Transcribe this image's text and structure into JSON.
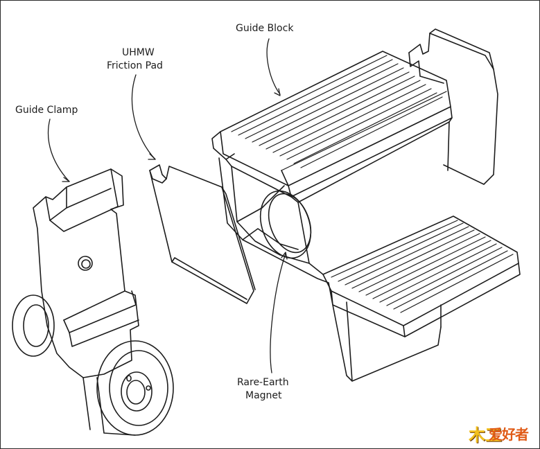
{
  "labels": {
    "guide_block": "Guide Block",
    "uhmw_line1": "UHMW",
    "uhmw_line2": "Friction Pad",
    "guide_clamp": "Guide Clamp",
    "magnet_line1": "Rare-Earth",
    "magnet_line2": "Magnet"
  },
  "watermark": {
    "mark": "木工",
    "text": "爱好者"
  },
  "colors": {
    "line": "#1c1c1c",
    "watermark_orange": "#e05a16",
    "watermark_yellow": "#f2c01e"
  }
}
